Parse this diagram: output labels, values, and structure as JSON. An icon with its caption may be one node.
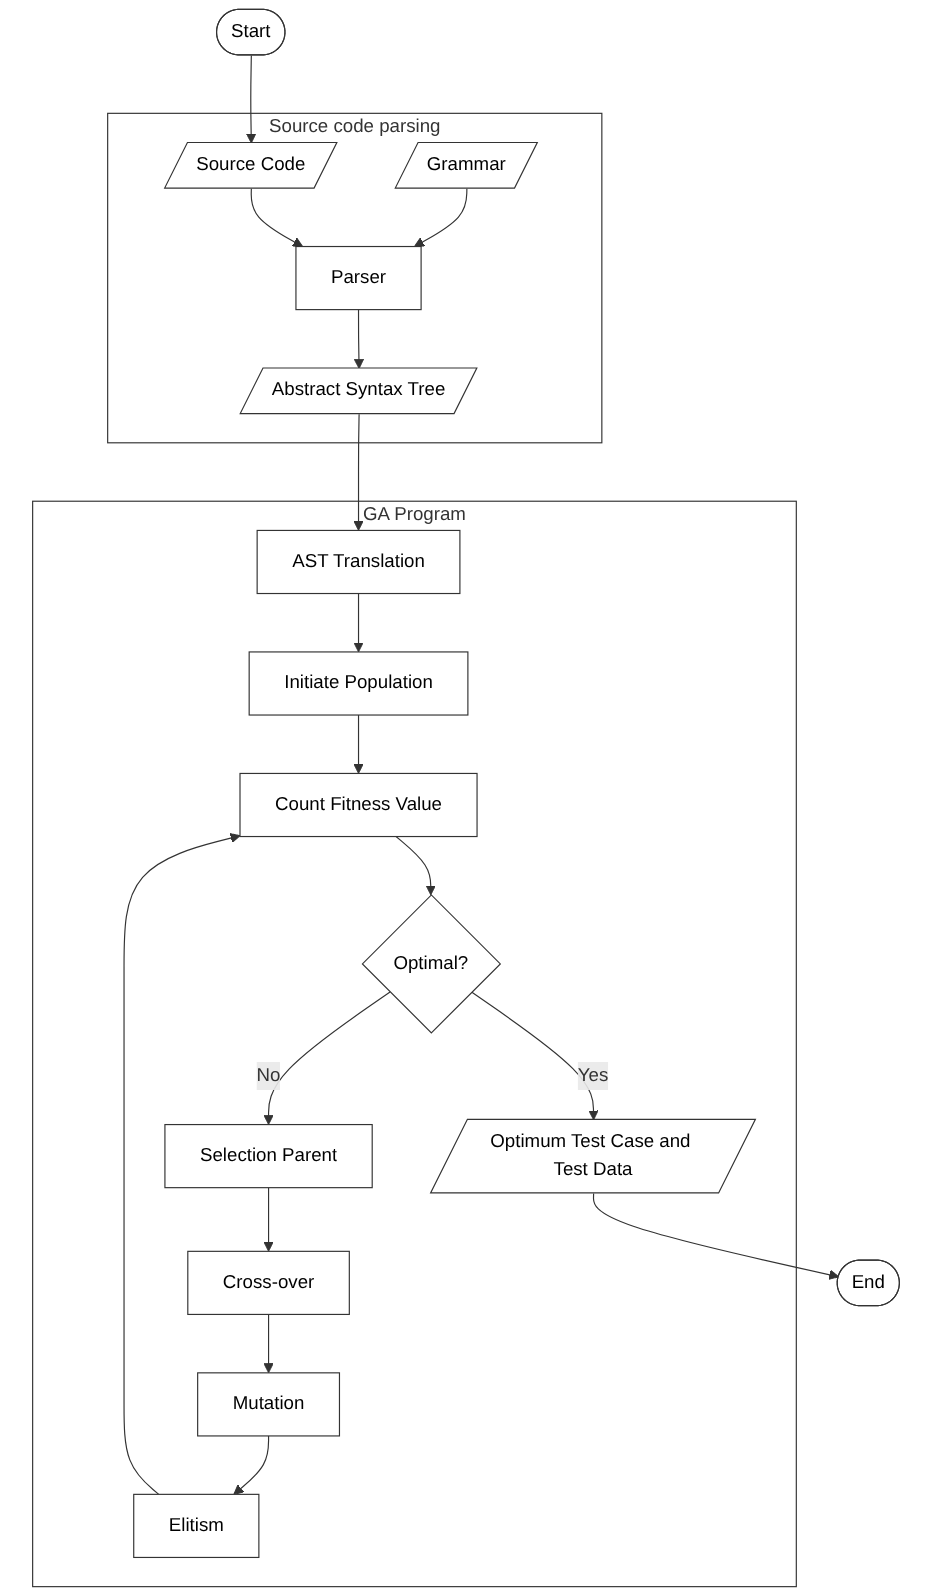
{
  "diagram": {
    "nodes": [
      {
        "text": [
          "Start"
        ]
      },
      {
        "text": [
          "Source code parsing"
        ]
      },
      {
        "text": [
          "Grammar"
        ],
        "in": 1
      },
      {
        "text": [
          "Source Code"
        ],
        "in": 1
      },
      {
        "text": [
          "Parser"
        ],
        "in": 1
      },
      {
        "text": [
          "Abstract Syntax Tree"
        ],
        "in": 1
      },
      {
        "text": [
          "GA Program"
        ]
      },
      {
        "text": [
          "AST Translation"
        ],
        "in": 6
      },
      {
        "text": [
          "Initiate Population"
        ],
        "in": 6
      },
      {
        "text": [
          "Mutation"
        ],
        "in": 6
      },
      {
        "text": [
          "Elitism"
        ],
        "in": 6
      },
      {
        "text": [
          "Count Fitness Value"
        ],
        "in": 6
      },
      {
        "text": [
          "Cross-over"
        ],
        "in": 6
      },
      {
        "text": [
          "Selection Parent"
        ],
        "in": 6
      },
      {
        "text": [
          "Optimal?"
        ],
        "in": 6
      },
      {
        "text": [
          "Optimum Test Case and Test Data"
        ],
        "in": 6
      },
      {
        "text": [
          "End"
        ]
      }
    ],
    "edges": [
      {
        "from": 0,
        "to": 3,
        "arrow": "to"
      },
      {
        "from": 2,
        "to": 4,
        "arrow": "to"
      },
      {
        "from": 3,
        "to": 4,
        "arrow": "to"
      },
      {
        "from": 4,
        "to": 5,
        "arrow": "to"
      },
      {
        "from": 5,
        "to": 7,
        "arrow": "to"
      },
      {
        "from": 7,
        "to": 8,
        "arrow": "to"
      },
      {
        "from": 8,
        "to": 11,
        "arrow": "to"
      },
      {
        "from": 9,
        "to": 10,
        "arrow": "to"
      },
      {
        "from": 10,
        "to": 11,
        "arrow": "to"
      },
      {
        "from": 11,
        "to": 14,
        "arrow": "to"
      },
      {
        "from": 14,
        "to": 13,
        "label": "No",
        "arrow": "to"
      },
      {
        "from": 13,
        "to": 12,
        "arrow": "to"
      },
      {
        "from": 12,
        "to": 9,
        "arrow": "to"
      },
      {
        "from": 14,
        "to": 15,
        "label": "Yes",
        "arrow": "to"
      },
      {
        "from": 15,
        "to": 16,
        "arrow": "to"
      }
    ]
  }
}
